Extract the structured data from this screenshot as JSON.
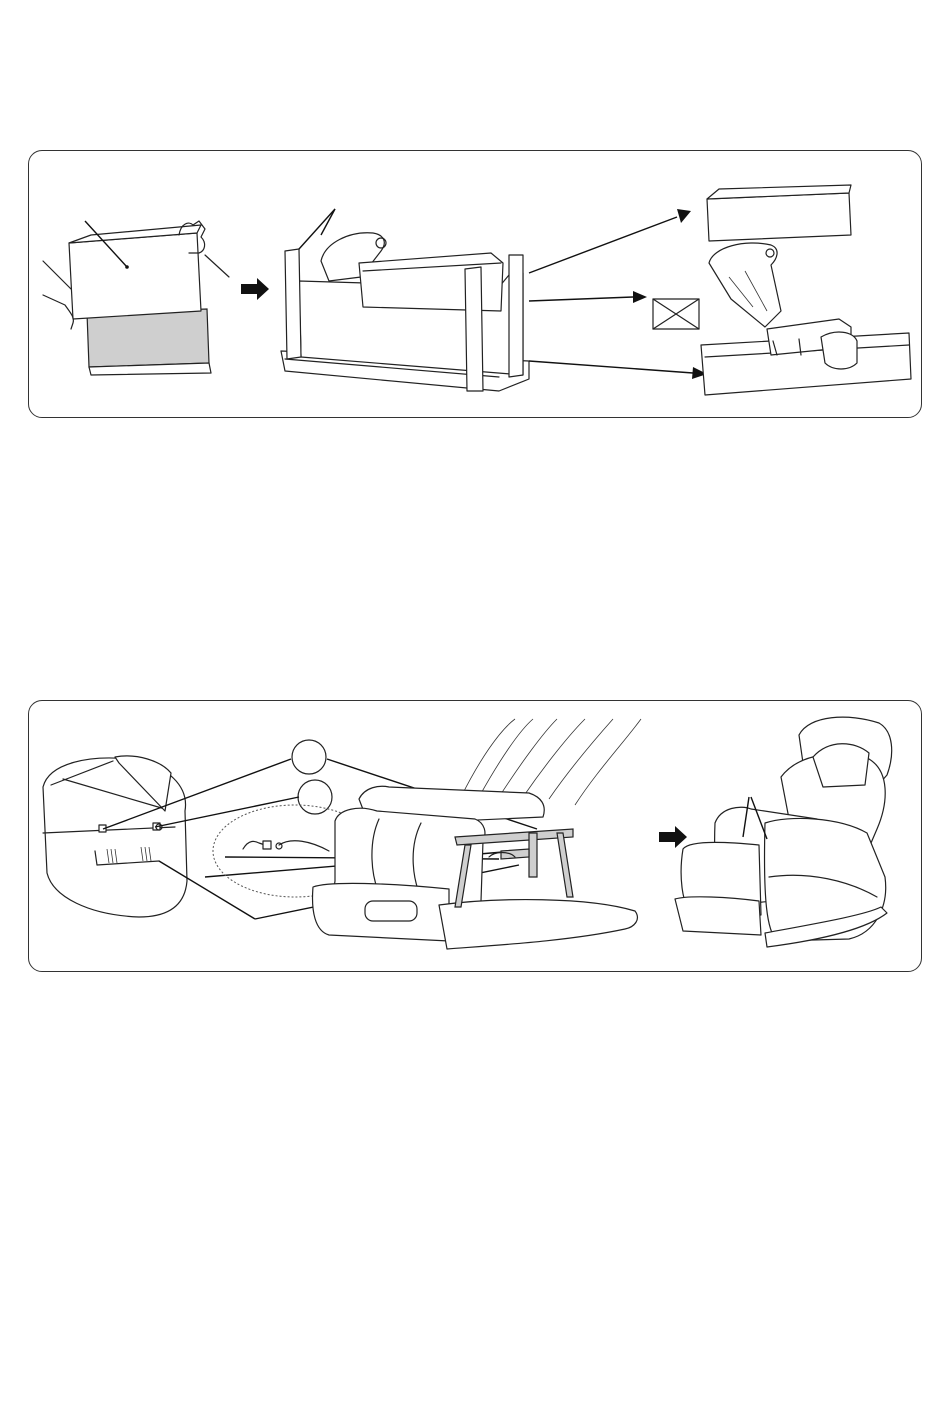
{
  "document": {
    "panels": [
      {
        "id": "unpacking-steps",
        "description_text": "",
        "step_count": 3
      },
      {
        "id": "assembly-steps",
        "description_text": "",
        "callout_markers": [
          "",
          ""
        ]
      }
    ]
  },
  "colors": {
    "line": "#222222",
    "fill_grey": "#cfcfcf",
    "arrow": "#111111"
  },
  "icons": {
    "step_arrow": "right-arrow-icon",
    "discard_mark": "crossed-box-icon"
  }
}
